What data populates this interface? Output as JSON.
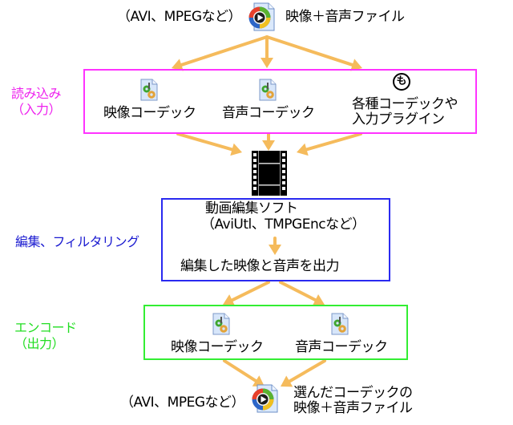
{
  "colors": {
    "arrow": "#f5bb5c",
    "input_box": "#ff33ff",
    "edit_box": "#2a2af0",
    "encode_box": "#33ee33",
    "input_label": "#ee22ee",
    "edit_label": "#1a1ad0",
    "encode_label": "#22dd22"
  },
  "top_source": {
    "format_note": "（AVI、MPEGなど）",
    "icon": "media-file-icon",
    "label": "映像＋音声ファイル"
  },
  "input_stage": {
    "side_label_line1": "読み込み",
    "side_label_line2": "（入力）",
    "items": [
      {
        "icon": "codec-file-icon",
        "label_line1": "映像コーデック",
        "label_line2": ""
      },
      {
        "icon": "codec-file-icon",
        "label_line1": "音声コーデック",
        "label_line2": ""
      },
      {
        "icon": "circled-mo-icon",
        "icon_glyph": "も",
        "label_line1": "各種コーデックや",
        "label_line2": "入力プラグイン"
      }
    ]
  },
  "film_icon": "film-strip-icon",
  "edit_stage": {
    "side_label": "編集、フィルタリング",
    "title": "動画編集ソフト",
    "examples": "（AviUtl、TMPGEncなど）",
    "output": "編集した映像と音声を出力"
  },
  "encode_stage": {
    "side_label_line1": "エンコード",
    "side_label_line2": "（出力）",
    "items": [
      {
        "icon": "codec-file-icon",
        "label": "映像コーデック"
      },
      {
        "icon": "codec-file-icon",
        "label": "音声コーデック"
      }
    ]
  },
  "bottom_output": {
    "format_note": "（AVI、MPEGなど）",
    "icon": "media-file-icon",
    "label_line1": "選んだコーデックの",
    "label_line2": "映像＋音声ファイル"
  }
}
